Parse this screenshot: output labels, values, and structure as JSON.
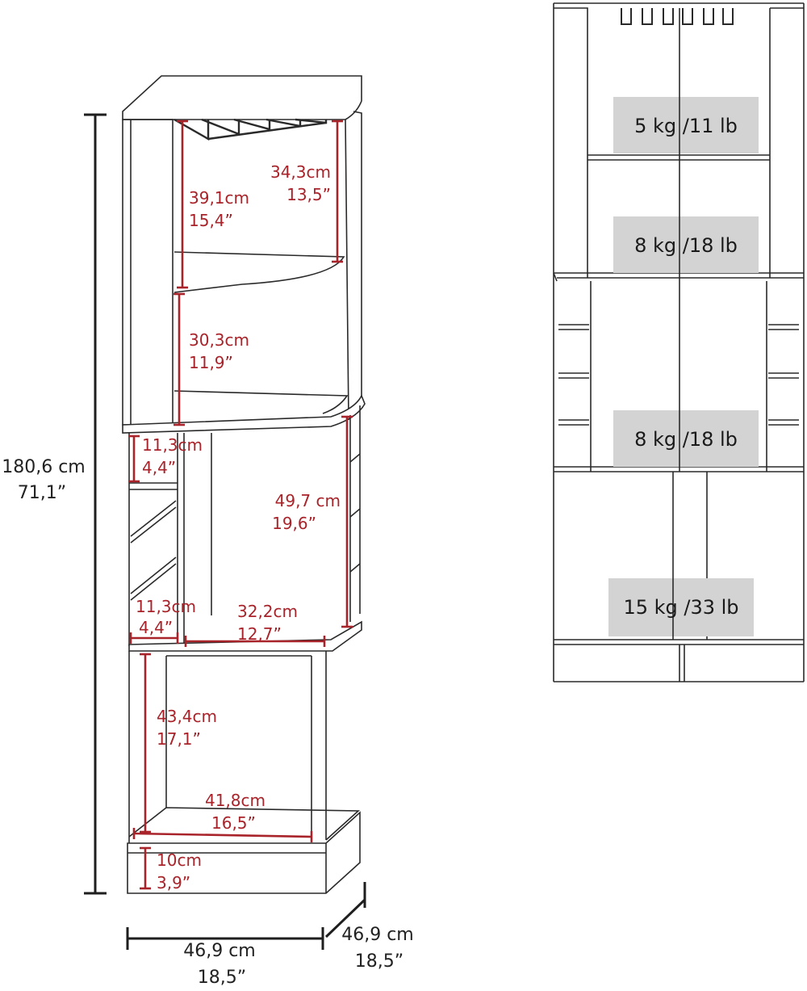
{
  "colors": {
    "dimension_red": "#a8232a",
    "outline": "#2a2a2a",
    "weight_box": "#d3d3d3",
    "background": "#ffffff"
  },
  "overall": {
    "height_cm": "180,6 cm",
    "height_in": "71,1”",
    "width_cm": "46,9 cm",
    "width_in": "18,5”",
    "depth_cm": "46,9 cm",
    "depth_in": "18,5”"
  },
  "dims": {
    "top_right_cm": "34,3cm",
    "top_right_in": "13,5”",
    "top_left_cm": "39,1cm",
    "top_left_in": "15,4”",
    "upper_mid_cm": "30,3cm",
    "upper_mid_in": "11,9”",
    "side_top_cm": "11,3cm",
    "side_top_in": "4,4”",
    "bottle_cm": "49,7 cm",
    "bottle_in": "19,6”",
    "side_bottom_cm": "11,3cm",
    "side_bottom_in": "4,4”",
    "mid_width_cm": "32,2cm",
    "mid_width_in": "12,7”",
    "lower_height_cm": "43,4cm",
    "lower_height_in": "17,1”",
    "lower_width_cm": "41,8cm",
    "lower_width_in": "16,5”",
    "base_cm": "10cm",
    "base_in": "3,9”"
  },
  "weights": {
    "top": "5 kg /11 lb",
    "upper": "8 kg /18 lb",
    "middle": "8 kg /18 lb",
    "bottom": "15 kg /33 lb"
  }
}
